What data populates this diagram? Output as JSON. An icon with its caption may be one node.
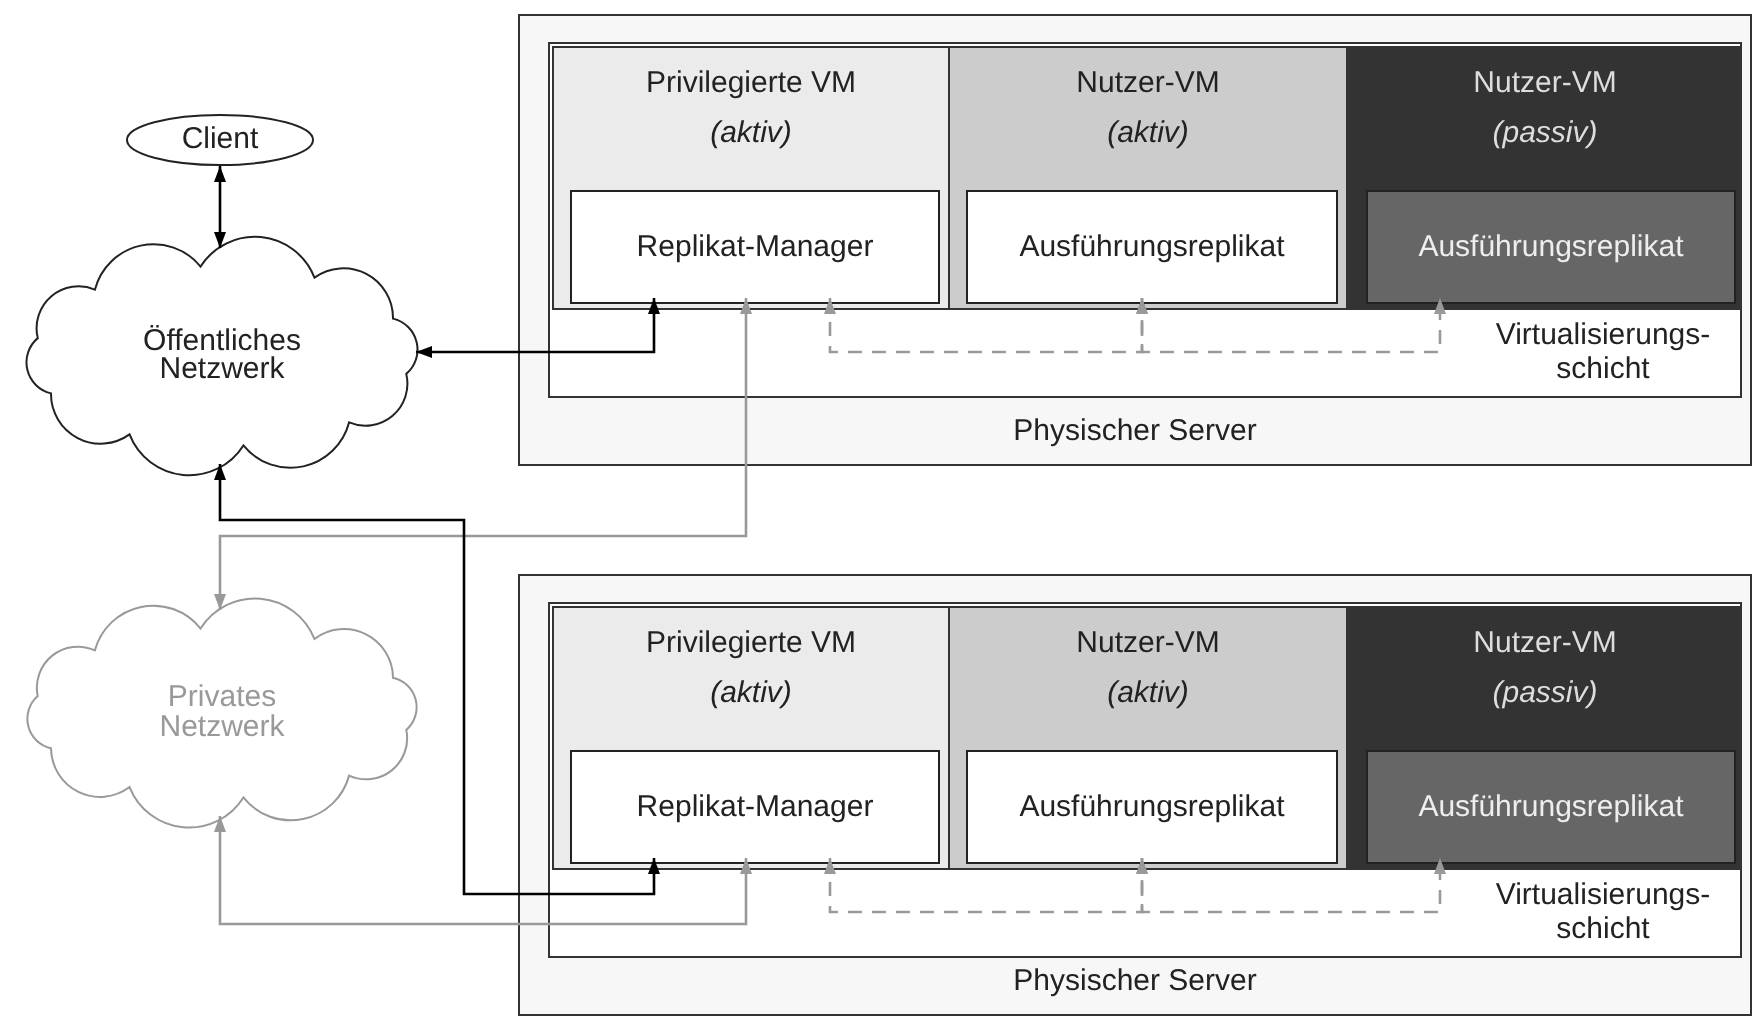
{
  "diagram": {
    "nodes": [
      {
        "text": [
          "Client"
        ]
      },
      {
        "text": [
          "Öffentliches Netzwerk"
        ]
      },
      {
        "text": [
          "Privates Netzwerk"
        ]
      },
      {
        "text": [
          "Physischer Server"
        ]
      },
      {
        "text": [
          "Virtualisierungs- schicht"
        ],
        "in": 3
      },
      {
        "text": [
          "Privilegierte VM",
          "(aktiv)"
        ],
        "in": 4
      },
      {
        "text": [
          "Replikat-Manager"
        ],
        "in": 5
      },
      {
        "text": [
          "Nutzer-VM",
          "(aktiv)"
        ],
        "in": 4
      },
      {
        "text": [
          "Ausführungsreplikat"
        ],
        "in": 7
      },
      {
        "text": [
          "Nutzer-VM",
          "(passiv)"
        ],
        "in": 4
      },
      {
        "text": [
          "Ausführungsreplikat"
        ],
        "in": 9
      },
      {
        "text": [
          "Physischer Server"
        ]
      },
      {
        "text": [
          "Virtualisierungs- schicht"
        ],
        "in": 11
      },
      {
        "text": [
          "Privilegierte VM",
          "(aktiv)"
        ],
        "in": 12
      },
      {
        "text": [
          "Replikat-Manager"
        ],
        "in": 13
      },
      {
        "text": [
          "Nutzer-VM",
          "(aktiv)"
        ],
        "in": 12
      },
      {
        "text": [
          "Ausführungsreplikat"
        ],
        "in": 15
      },
      {
        "text": [
          "Nutzer-VM",
          "(passiv)"
        ],
        "in": 12
      },
      {
        "text": [
          "Ausführungsreplikat"
        ],
        "in": 17
      }
    ],
    "edges": [
      {
        "from": 0,
        "to": 1,
        "arrow": "both",
        "color": "#000000"
      },
      {
        "from": 1,
        "to": 6,
        "arrow": "both",
        "color": "#000000"
      },
      {
        "from": 2,
        "to": 6,
        "arrow": "both",
        "color": "#999999"
      },
      {
        "from": 1,
        "to": 14,
        "arrow": "both",
        "color": "#000000"
      },
      {
        "from": 2,
        "to": 14,
        "arrow": "both",
        "color": "#999999"
      },
      {
        "from": 6,
        "to": 8,
        "arrow": "both",
        "style": "dashed",
        "color": "#999999"
      },
      {
        "from": 8,
        "to": 10,
        "arrow": "both",
        "style": "dashed",
        "color": "#999999"
      },
      {
        "from": 14,
        "to": 16,
        "arrow": "both",
        "style": "dashed",
        "color": "#999999"
      },
      {
        "from": 16,
        "to": 18,
        "arrow": "both",
        "style": "dashed",
        "color": "#999999"
      }
    ]
  }
}
